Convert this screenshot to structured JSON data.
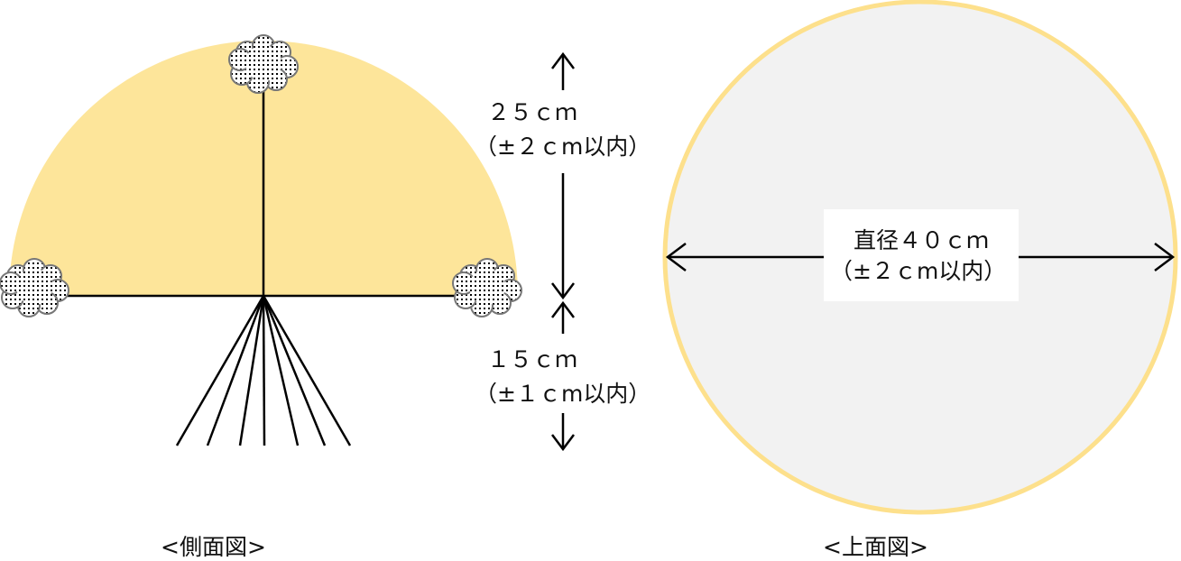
{
  "side_view": {
    "caption": "<側面図>",
    "height_upper": "２５ｃｍ",
    "height_upper_tol": "（±２ｃm以内）",
    "height_lower": "１５ｃｍ",
    "height_lower_tol": "（±１ｃm以内）"
  },
  "top_view": {
    "caption": "<上面図>",
    "diameter": "直径４０ｃｍ",
    "diameter_tol": "（±２ｃm以内）"
  },
  "colors": {
    "fill_yellow": "#fde59a",
    "circle_fill": "#f2f2f2",
    "circle_stroke": "#fde08c",
    "line": "#000000"
  }
}
